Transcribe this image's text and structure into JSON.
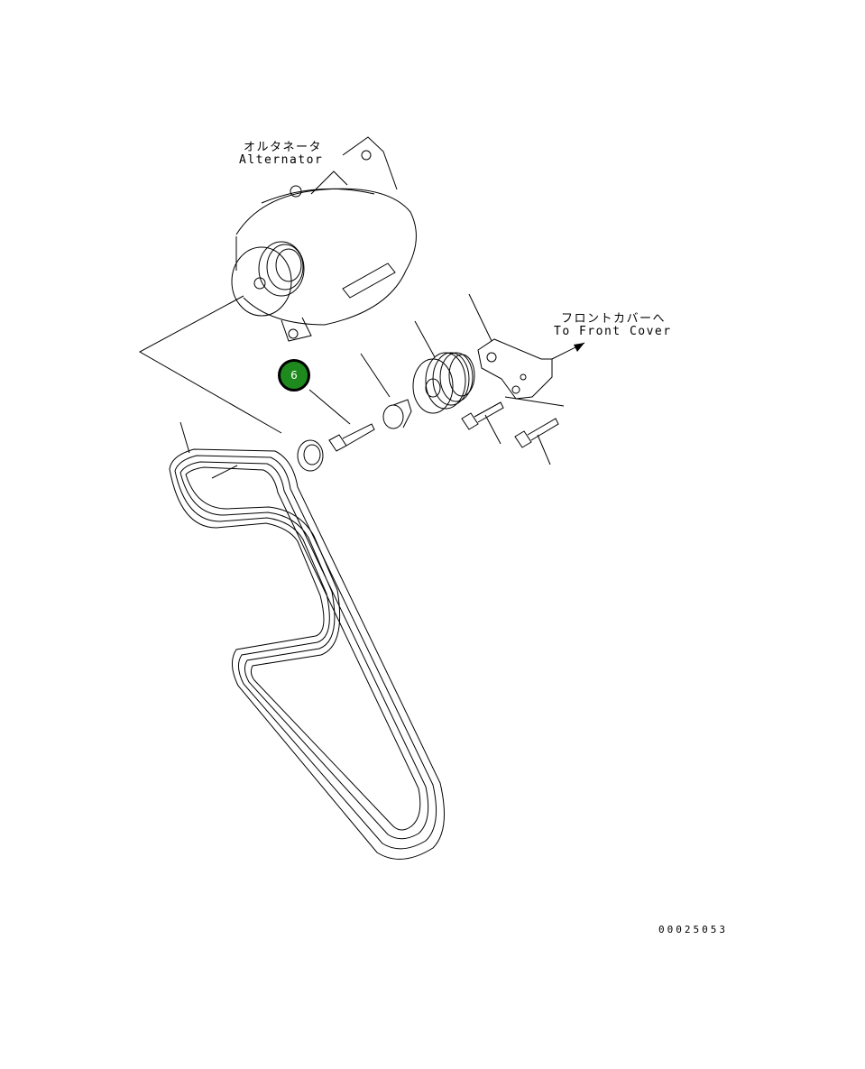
{
  "labels": {
    "alternator_jp": "オルタネータ",
    "alternator_en": "Alternator",
    "front_cover_jp": "フロントカバーへ",
    "front_cover_en": "To Front Cover"
  },
  "callouts": [
    {
      "number": "6",
      "color": "#1e8a1e"
    }
  ],
  "drawing_number": "00025053"
}
